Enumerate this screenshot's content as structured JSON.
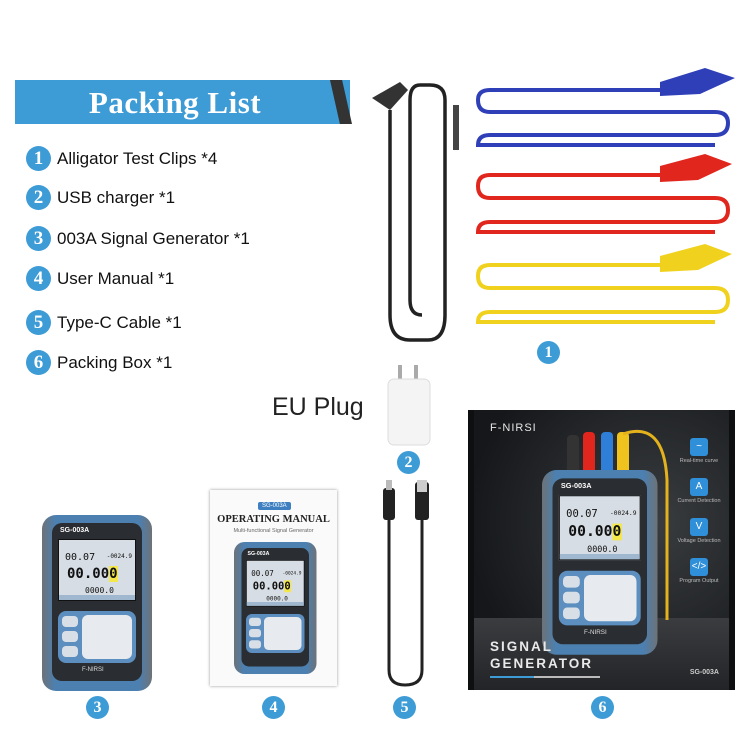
{
  "header": {
    "title": "Packing List"
  },
  "items": [
    {
      "num": "1",
      "label": "Alligator Test Clips *4"
    },
    {
      "num": "2",
      "label": "USB charger *1"
    },
    {
      "num": "3",
      "label": "003A Signal Generator *1"
    },
    {
      "num": "4",
      "label": "User Manual *1"
    },
    {
      "num": "5",
      "label": "Type-C Cable *1"
    },
    {
      "num": "6",
      "label": "Packing Box *1"
    }
  ],
  "plug_label": "EU Plug",
  "device": {
    "model": "SG-003A",
    "value1": "00.07",
    "value2": "-0024.9",
    "main_a": "00.00",
    "main_b": "0",
    "value3": "0000.0",
    "logo": "F-NIRSI"
  },
  "manual": {
    "tag": "SG-003A",
    "title": "OPERATING MANUAL",
    "subtitle": "Multi-functional Signal Generator"
  },
  "box": {
    "brand": "F-NIRSI",
    "title_line1": "SIGNAL",
    "title_line2": "GENERATOR",
    "code": "SG-003A",
    "features": [
      "Real-time curve",
      "Current Detection",
      "Voltage Detection",
      "Program Output"
    ]
  },
  "colors": {
    "accent": "#3d9bd6",
    "wire_blue": "#2f3fb8",
    "wire_red": "#e0261d",
    "wire_yellow": "#f0d21e",
    "wire_black": "#222222"
  }
}
